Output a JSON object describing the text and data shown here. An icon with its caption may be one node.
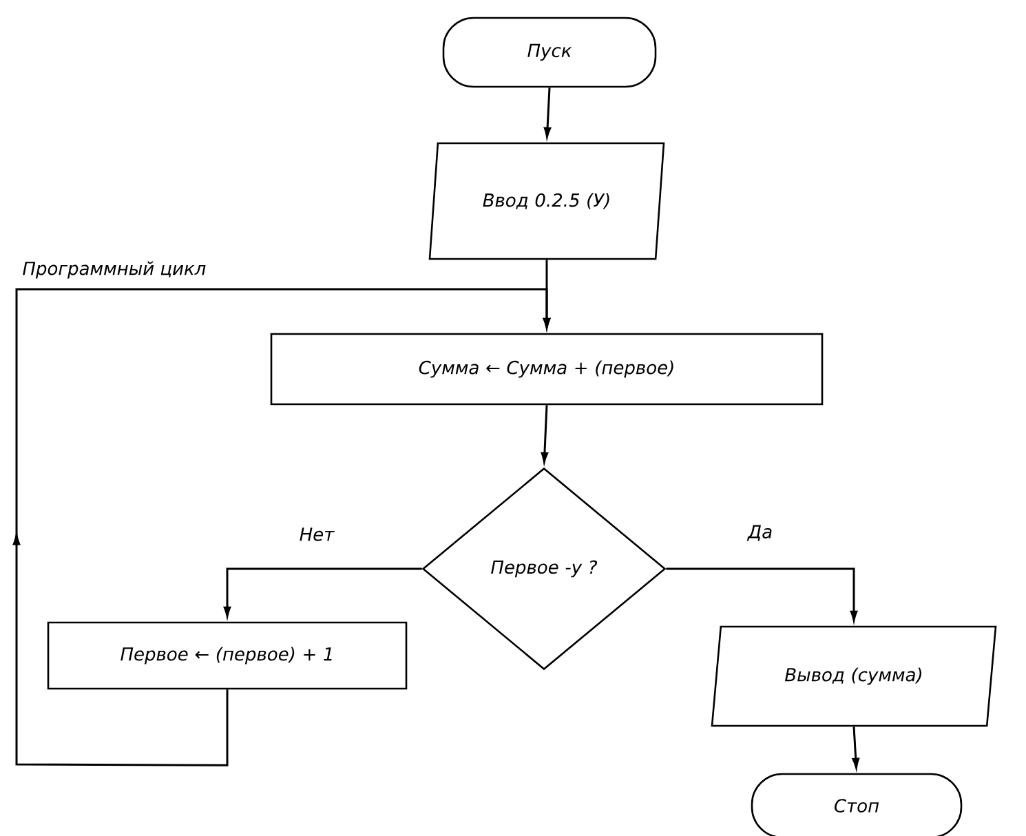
{
  "diagram": {
    "nodes": [
      {
        "text": [
          "Пуск"
        ]
      },
      {
        "text": [
          "Ввод 0.2.5 (У)"
        ]
      },
      {
        "text": [
          "Сумма ← Сумма + (первое)"
        ]
      },
      {
        "text": [
          "Первое -у ?"
        ]
      },
      {
        "text": [
          "Первое ← (первое) + 1"
        ]
      },
      {
        "text": [
          "Вывод (сумма)"
        ]
      },
      {
        "text": [
          "Стоп"
        ]
      }
    ],
    "edges": [
      {
        "from": 0,
        "to": 1,
        "arrow": "to"
      },
      {
        "from": 1,
        "to": 2,
        "arrow": "to"
      },
      {
        "from": 2,
        "to": 3,
        "arrow": "to"
      },
      {
        "from": 3,
        "to": 4,
        "arrow": "to",
        "label": "Нет"
      },
      {
        "from": 3,
        "to": 5,
        "arrow": "to",
        "label": "Да"
      },
      {
        "from": 5,
        "to": 6,
        "arrow": "to"
      },
      {
        "from": 4,
        "to": 2,
        "arrow": "to",
        "label": "Программный цикл"
      }
    ]
  }
}
